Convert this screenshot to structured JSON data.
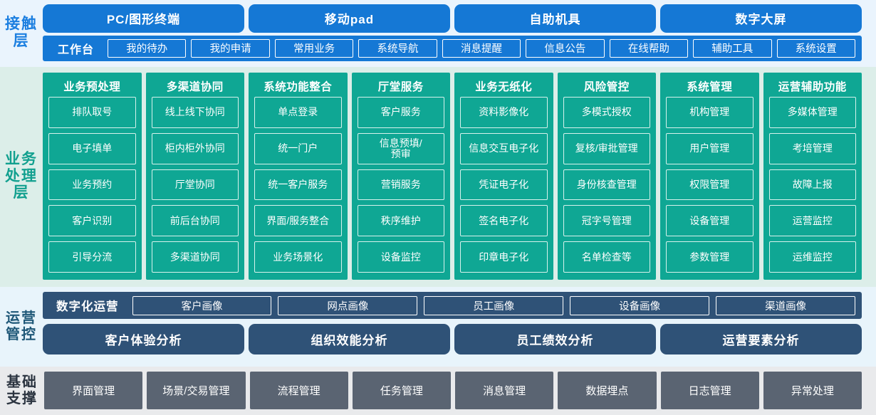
{
  "diagram": {
    "colors": {
      "contact_accent": "#1578d5",
      "contact_bg": "#eaf4fd",
      "business_accent": "#0fa794",
      "business_bg": "#dceee9",
      "ops_accent": "#2f5277",
      "ops_bg": "#e8f4fb",
      "base_accent": "#5a6472",
      "base_bg": "#e9eaec"
    }
  },
  "contact_layer": {
    "label": "接触层",
    "terminals": [
      "PC/图形终端",
      "移动pad",
      "自助机具",
      "数字大屏"
    ],
    "workbench_title": "工作台",
    "workbench_items": [
      "我的待办",
      "我的申请",
      "常用业务",
      "系统导航",
      "消息提醒",
      "信息公告",
      "在线帮助",
      "辅助工具",
      "系统设置"
    ]
  },
  "business_layer": {
    "label": "业务处理层",
    "columns": [
      {
        "title": "业务预处理",
        "items": [
          "排队取号",
          "电子填单",
          "业务预约",
          "客户识别",
          "引导分流"
        ]
      },
      {
        "title": "多渠道协同",
        "items": [
          "线上线下协同",
          "柜内柜外协同",
          "厅堂协同",
          "前后台协同",
          "多渠道协同"
        ]
      },
      {
        "title": "系统功能整合",
        "items": [
          "单点登录",
          "统一门户",
          "统一客户服务",
          "界面/服务整合",
          "业务场景化"
        ]
      },
      {
        "title": "厅堂服务",
        "items": [
          "客户服务",
          "信息预填/\n预审",
          "营销服务",
          "秩序维护",
          "设备监控"
        ]
      },
      {
        "title": "业务无纸化",
        "items": [
          "资料影像化",
          "信息交互电子化",
          "凭证电子化",
          "签名电子化",
          "印章电子化"
        ]
      },
      {
        "title": "风险管控",
        "items": [
          "多模式授权",
          "复核/审批管理",
          "身份核查管理",
          "冠字号管理",
          "名单检查等"
        ]
      },
      {
        "title": "系统管理",
        "items": [
          "机构管理",
          "用户管理",
          "权限管理",
          "设备管理",
          "参数管理"
        ]
      },
      {
        "title": "运营辅助功能",
        "items": [
          "多媒体管理",
          "考培管理",
          "故障上报",
          "运营监控",
          "运维监控"
        ]
      }
    ]
  },
  "operations_layer": {
    "label": "运营管控",
    "portrait_title": "数字化运营",
    "portrait_items": [
      "客户画像",
      "网点画像",
      "员工画像",
      "设备画像",
      "渠道画像"
    ],
    "analysis_items": [
      "客户体验分析",
      "组织效能分析",
      "员工绩效分析",
      "运营要素分析"
    ]
  },
  "foundation_layer": {
    "label": "基础支撑",
    "items": [
      "界面管理",
      "场景/交易管理",
      "流程管理",
      "任务管理",
      "消息管理",
      "数据埋点",
      "日志管理",
      "异常处理"
    ]
  }
}
